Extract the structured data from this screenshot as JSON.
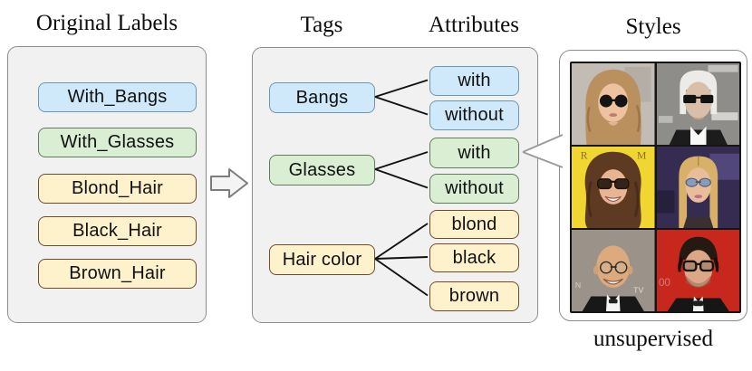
{
  "headings": {
    "original_labels": "Original Labels",
    "tags": "Tags",
    "attributes": "Attributes",
    "styles": "Styles"
  },
  "original_labels": {
    "items": [
      {
        "label": "With_Bangs",
        "color": "blue"
      },
      {
        "label": "With_Glasses",
        "color": "green"
      },
      {
        "label": "Blond_Hair",
        "color": "yellow"
      },
      {
        "label": "Black_Hair",
        "color": "yellow"
      },
      {
        "label": "Brown_Hair",
        "color": "yellow"
      }
    ]
  },
  "tags": [
    {
      "label": "Bangs",
      "color": "blue",
      "attributes": [
        {
          "label": "with",
          "color": "blue"
        },
        {
          "label": "without",
          "color": "blue"
        }
      ]
    },
    {
      "label": "Glasses",
      "color": "green",
      "attributes": [
        {
          "label": "with",
          "color": "green"
        },
        {
          "label": "without",
          "color": "green"
        }
      ]
    },
    {
      "label": "Hair color",
      "color": "yellow",
      "attributes": [
        {
          "label": "blond",
          "color": "yellow"
        },
        {
          "label": "black",
          "color": "yellow"
        },
        {
          "label": "brown",
          "color": "yellow"
        }
      ]
    }
  ],
  "styles": {
    "caption": "unsupervised",
    "linked_attribute": "Glasses: with",
    "photos": [
      {
        "desc": "woman, wavy blond hair, round black sunglasses, gray background"
      },
      {
        "desc": "elderly man, white hair, black rectangular sunglasses, gray background"
      },
      {
        "desc": "smiling woman, brown hair, large dark sunglasses, yellow background"
      },
      {
        "desc": "woman, straight blond hair, blue tinted glasses, dark purple background"
      },
      {
        "desc": "smiling bald elderly man, thin round glasses, gray background"
      },
      {
        "desc": "man, dark curly hair, thick black-rimmed glasses, red background"
      }
    ]
  },
  "colors": {
    "blue": {
      "fill": "#cfe9fa",
      "border": "#6d96ae"
    },
    "green": {
      "fill": "#d9eed3",
      "border": "#5e7d5a"
    },
    "yellow": {
      "fill": "#fdf2cb",
      "border": "#6f4b29"
    },
    "panel_fill": "#f1f1f1",
    "panel_border": "#8d8d8d",
    "connector": "#111111",
    "callout_edge": "#9a9a9a"
  }
}
